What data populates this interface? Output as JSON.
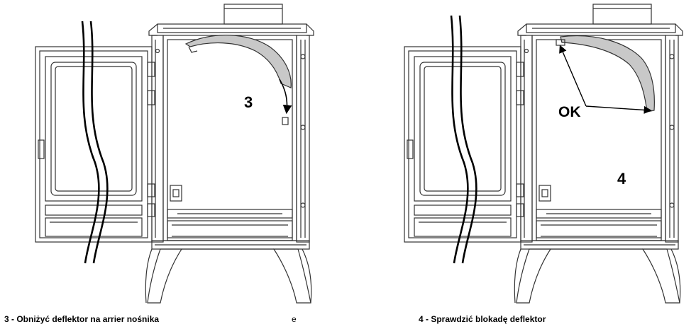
{
  "figure_left": {
    "step_number": "3",
    "caption": "3 - Obniżyć deflektor na arrier nośnika",
    "stray_char": "e"
  },
  "figure_right": {
    "step_number": "4",
    "ok_label": "OK",
    "caption": "4 - Sprawdzić blokadę deflektor"
  },
  "colors": {
    "line": "#333333",
    "deflector_fill": "#c8c8c8",
    "background": "#ffffff"
  }
}
